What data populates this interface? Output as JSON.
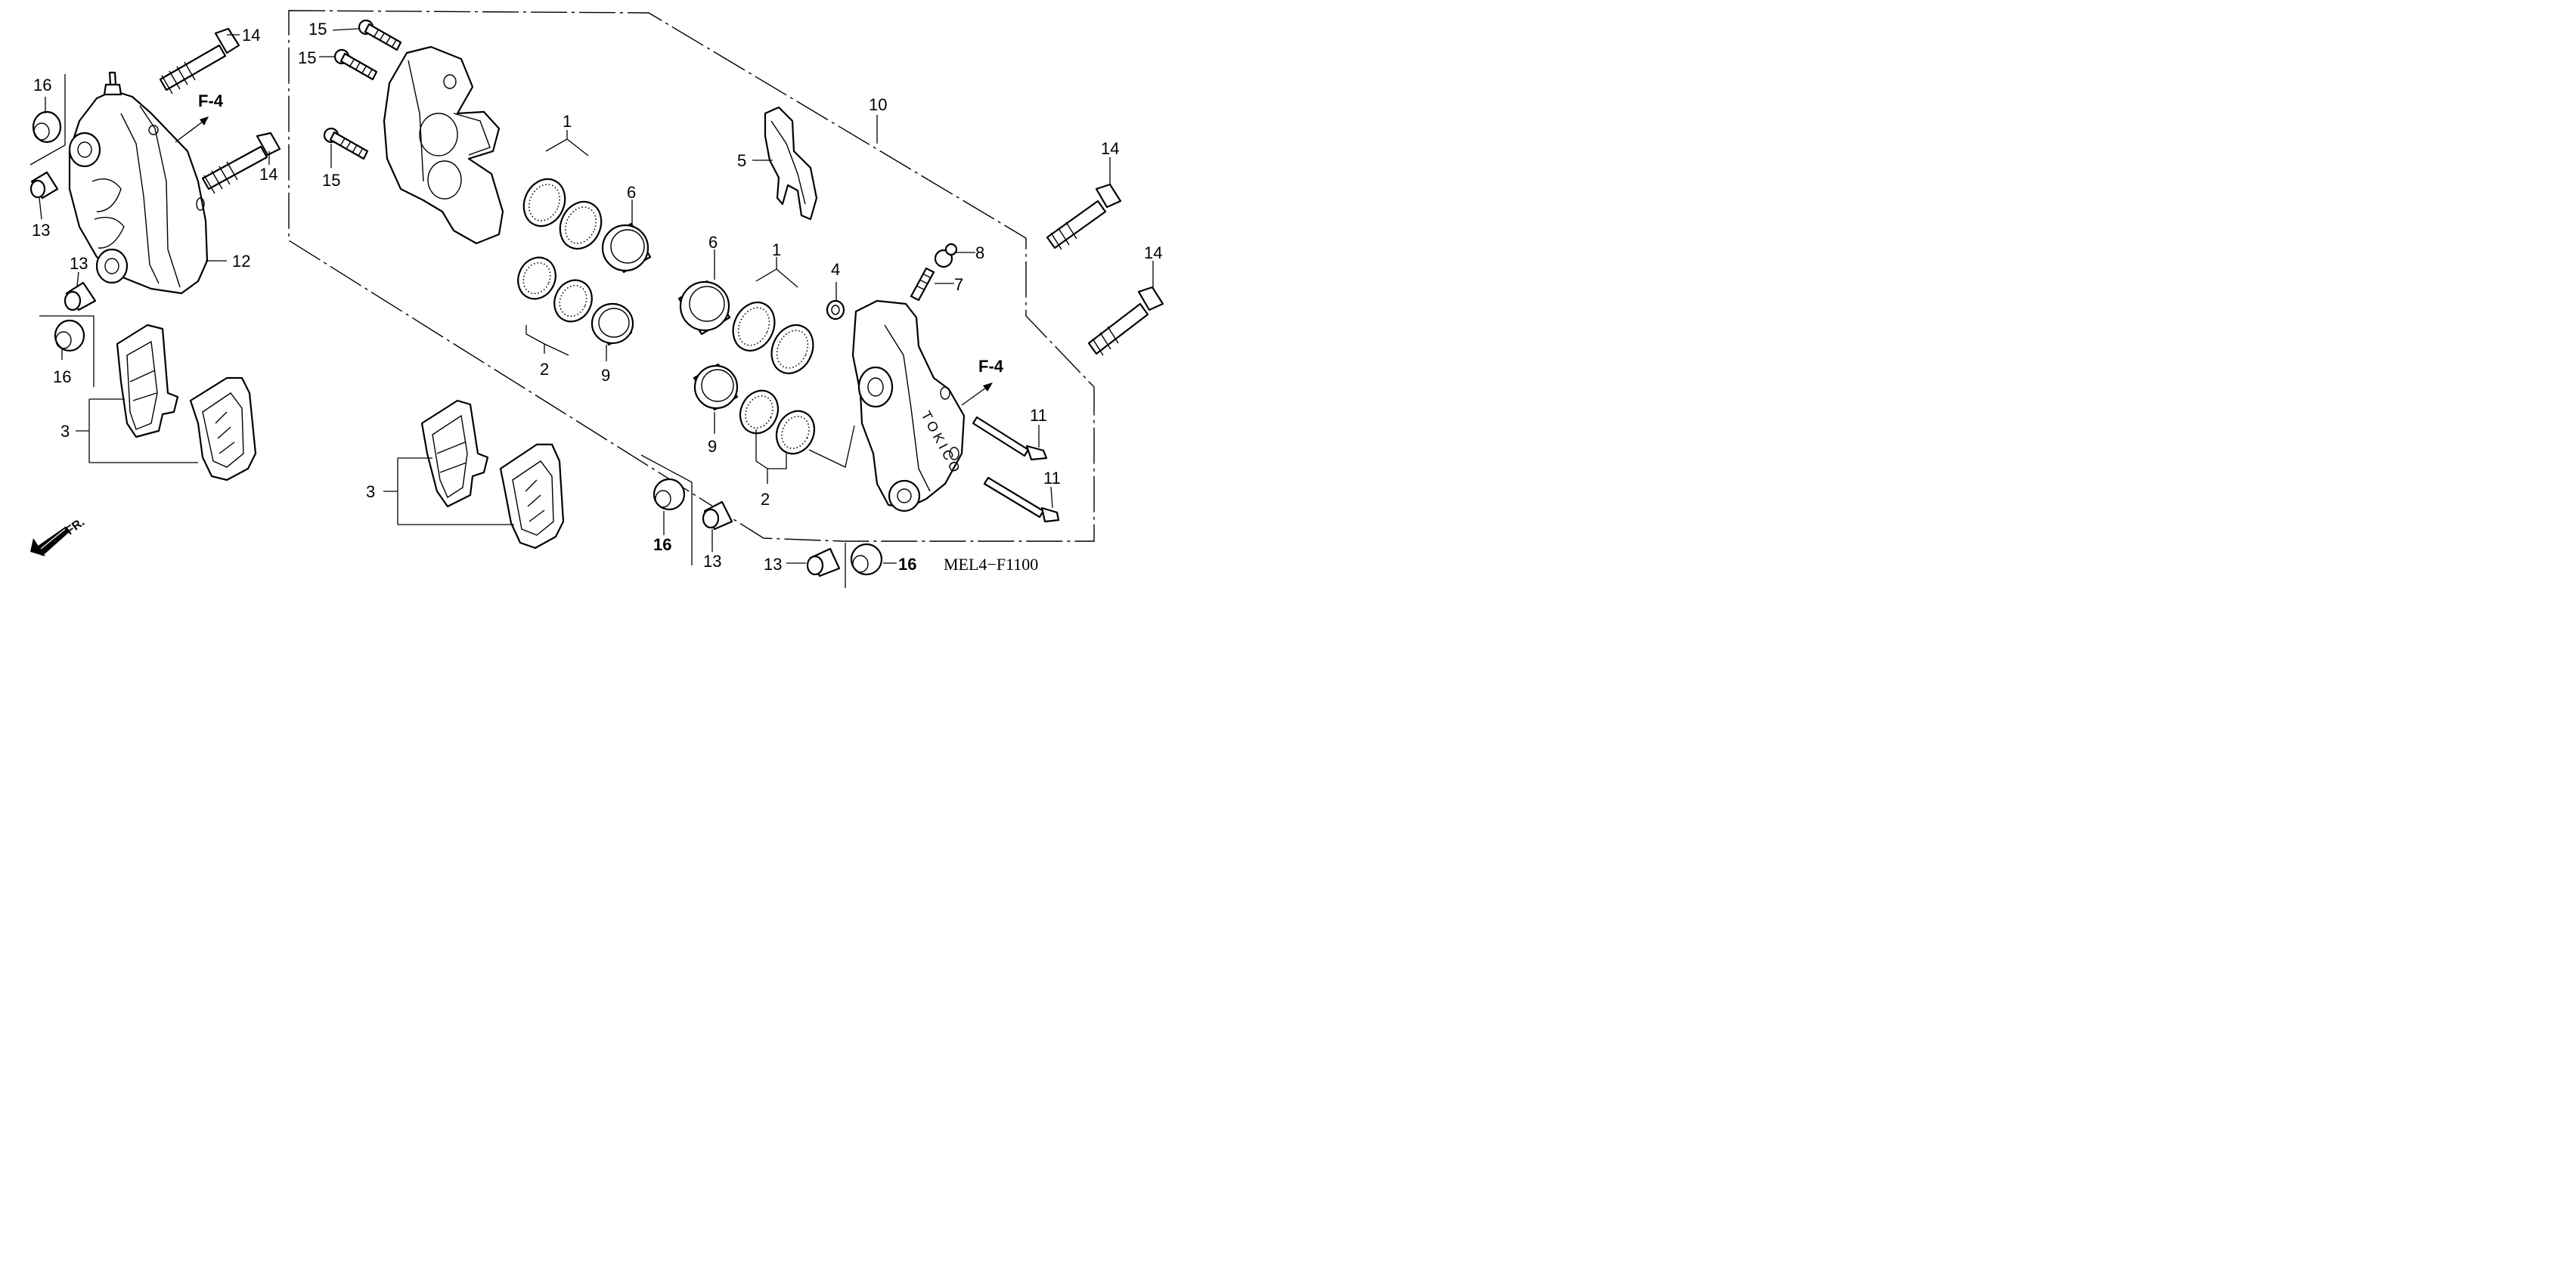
{
  "diagram": {
    "code": "MEL4−F1100",
    "ref_label": "F-4",
    "front_label": "FR.",
    "caliper_text": "TOKICO",
    "callouts": {
      "c1a": "1",
      "c1b": "1",
      "c2a": "2",
      "c2b": "2",
      "c3a": "3",
      "c3b": "3",
      "c4": "4",
      "c5": "5",
      "c6a": "6",
      "c6b": "6",
      "c7": "7",
      "c8": "8",
      "c9a": "9",
      "c9b": "9",
      "c10": "10",
      "c11a": "11",
      "c11b": "11",
      "c12": "12",
      "c13a": "13",
      "c13b": "13",
      "c13c": "13",
      "c13d": "13",
      "c14a": "14",
      "c14b": "14",
      "c14c": "14",
      "c14d": "14",
      "c15a": "15",
      "c15b": "15",
      "c15c": "15",
      "c16a": "16",
      "c16b": "16",
      "c16c": "16",
      "c16d": "16"
    }
  }
}
